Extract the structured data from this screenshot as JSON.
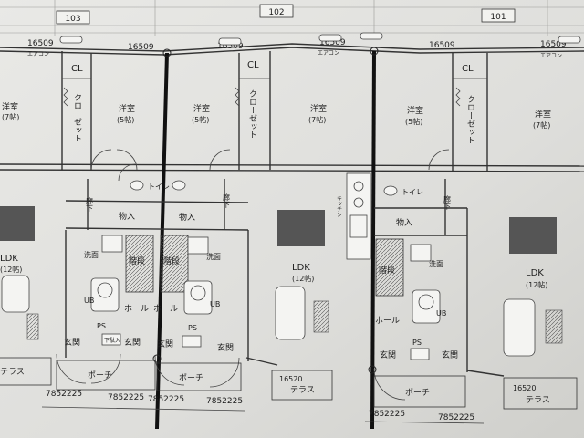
{
  "unit_numbers": [
    "103",
    "102",
    "101"
  ],
  "dimension_top": "16509",
  "ac_label": "エアコン",
  "labels": {
    "cl": "CL",
    "closet": "クローゼット",
    "western_room": "洋室",
    "mat_5": "(5帖)",
    "mat_7": "(7帖)",
    "storage": "物入",
    "stairs": "階段",
    "washroom": "洗面",
    "ub": "UB",
    "hall": "ホール",
    "ps": "PS",
    "entrance": "玄関",
    "porch": "ポーチ",
    "ldk": "LDK",
    "ldk_size": "(12帖)",
    "terrace": "テラス",
    "toilet": "トイレ",
    "corridor": "廊下",
    "shoe_box": "下駄入",
    "kitchen_unit": "キッチン"
  },
  "terrace_dim": "16520",
  "bottom_dims": [
    "7852225",
    "7852225",
    "7852225",
    "7852225",
    "7852225",
    "7852225"
  ]
}
